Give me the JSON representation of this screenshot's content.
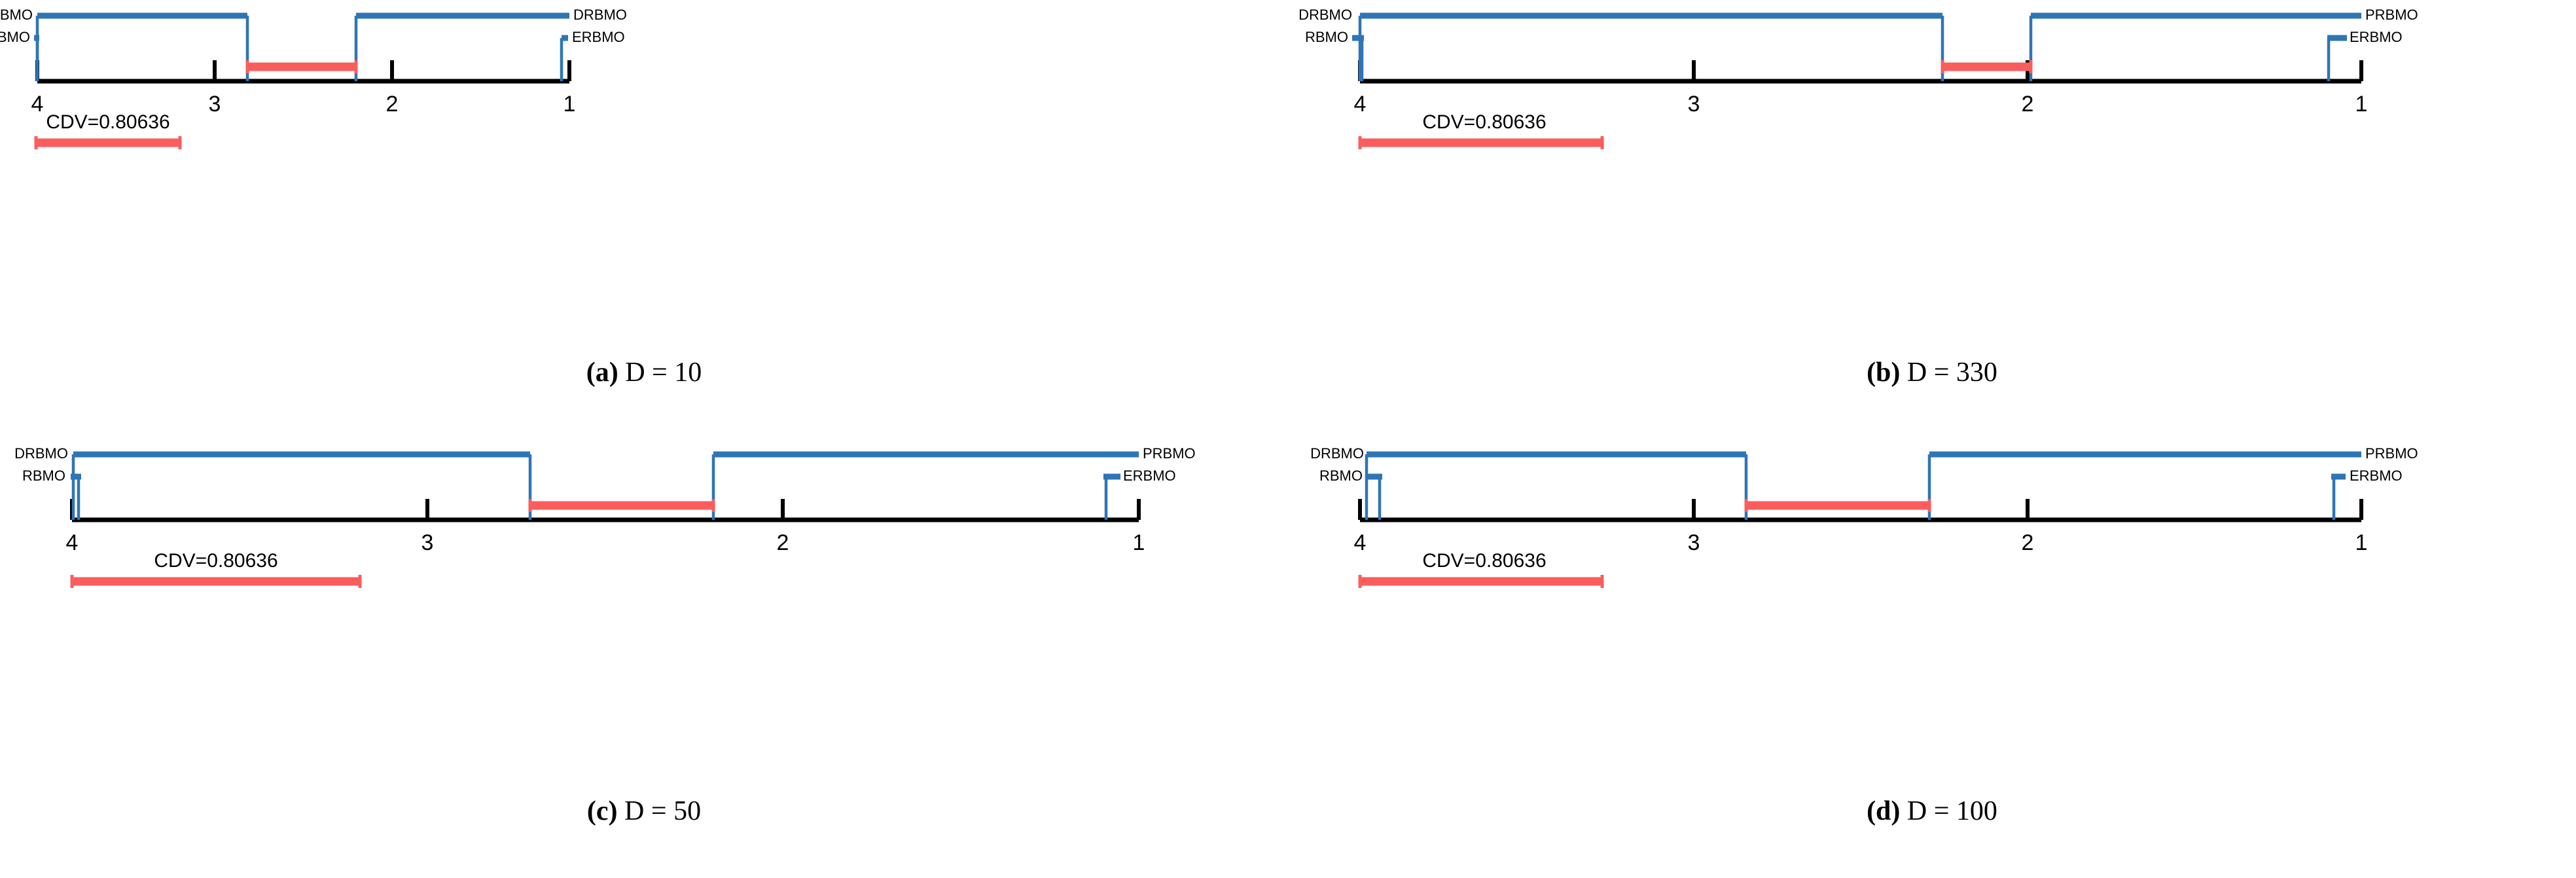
{
  "figure": {
    "type": "critical-difference-diagram-grid",
    "rows": 2,
    "cols": 2,
    "background": "#ffffff",
    "line_color": "#2e75b6",
    "cd_color": "#fb5d5d",
    "axis_color": "#000000"
  },
  "chart_data": [
    {
      "type": "line",
      "subtype": "critical-difference",
      "panel": "a",
      "title": "",
      "caption_prefix": "(a)",
      "caption_text": " D = 10",
      "xlabel": "",
      "ylabel": "",
      "axis_ticks": [
        "4",
        "3",
        "2",
        "1"
      ],
      "axis_tick_values": [
        4,
        3,
        2,
        1
      ],
      "xlim": [
        4,
        1
      ],
      "grid": false,
      "cdv_label": "CDV=0.80636",
      "cdv_value": 0.80636,
      "methods": [
        {
          "name": "PRBMO",
          "rank": 4.0,
          "side": "left",
          "level": 1
        },
        {
          "name": "RBMO",
          "rank": 3.97,
          "side": "left",
          "level": 2
        },
        {
          "name": "DRBMO",
          "rank": 1.07,
          "side": "right",
          "level": 1
        },
        {
          "name": "ERBMO",
          "rank": 1.03,
          "side": "right",
          "level": 2
        }
      ],
      "cd_bar": {
        "from": 2.81,
        "to": 2.12
      }
    },
    {
      "type": "line",
      "subtype": "critical-difference",
      "panel": "b",
      "title": "",
      "caption_prefix": "(b)",
      "caption_text": " D = 330",
      "xlabel": "",
      "ylabel": "",
      "axis_ticks": [
        "4",
        "3",
        "2",
        "1"
      ],
      "axis_tick_values": [
        4,
        3,
        2,
        1
      ],
      "xlim": [
        4,
        1
      ],
      "grid": false,
      "cdv_label": "CDV=0.80636",
      "cdv_value": 0.80636,
      "methods": [
        {
          "name": "DRBMO",
          "rank": 4.0,
          "side": "left",
          "level": 1
        },
        {
          "name": "RBMO",
          "rank": 3.97,
          "side": "left",
          "level": 2
        },
        {
          "name": "PRBMO",
          "rank": 1.02,
          "side": "right",
          "level": 1
        },
        {
          "name": "ERBMO",
          "rank": 1.09,
          "side": "right",
          "level": 2
        }
      ],
      "cd_bar": {
        "from": 2.58,
        "to": 2.35
      }
    },
    {
      "type": "line",
      "subtype": "critical-difference",
      "panel": "c",
      "title": "",
      "caption_prefix": "(c)",
      "caption_text": " D = 50",
      "xlabel": "",
      "ylabel": "",
      "axis_ticks": [
        "4",
        "3",
        "2",
        "1"
      ],
      "axis_tick_values": [
        4,
        3,
        2,
        1
      ],
      "xlim": [
        4,
        1
      ],
      "grid": false,
      "cdv_label": "CDV=0.80636",
      "cdv_value": 0.80636,
      "methods": [
        {
          "name": "DRBMO",
          "rank": 3.97,
          "side": "left",
          "level": 1
        },
        {
          "name": "RBMO",
          "rank": 3.96,
          "side": "left",
          "level": 2
        },
        {
          "name": "PRBMO",
          "rank": 1.02,
          "side": "right",
          "level": 1
        },
        {
          "name": "ERBMO",
          "rank": 1.09,
          "side": "right",
          "level": 2
        }
      ],
      "cd_bar": {
        "from": 2.75,
        "to": 2.13
      }
    },
    {
      "type": "line",
      "subtype": "critical-difference",
      "panel": "d",
      "title": "",
      "caption_prefix": "(d)",
      "caption_text": " D = 100",
      "xlabel": "",
      "ylabel": "",
      "axis_ticks": [
        "4",
        "3",
        "2",
        "1"
      ],
      "axis_tick_values": [
        4,
        3,
        2,
        1
      ],
      "xlim": [
        4,
        1
      ],
      "grid": false,
      "cdv_label": "CDV=0.80636",
      "cdv_value": 0.80636,
      "methods": [
        {
          "name": "DRBMO",
          "rank": 3.95,
          "side": "left",
          "level": 1
        },
        {
          "name": "RBMO",
          "rank": 3.94,
          "side": "left",
          "level": 2
        },
        {
          "name": "PRBMO",
          "rank": 1.01,
          "side": "right",
          "level": 1
        },
        {
          "name": "ERBMO",
          "rank": 1.06,
          "side": "right",
          "level": 2
        }
      ],
      "cd_bar": {
        "from": 2.88,
        "to": 2.09
      }
    }
  ],
  "panels": {
    "a": {
      "caption_prefix": "(a)",
      "caption_text": " D = 10",
      "cdv_label": "CDV=0.80636",
      "ticks": [
        "4",
        "3",
        "2",
        "1"
      ],
      "labels": {
        "top_left": "PRBMO",
        "bottom_left": "RBMO",
        "top_right": "DRBMO",
        "bottom_right": "ERBMO"
      }
    },
    "b": {
      "caption_prefix": "(b)",
      "caption_text": " D = 330",
      "cdv_label": "CDV=0.80636",
      "ticks": [
        "4",
        "3",
        "2",
        "1"
      ],
      "labels": {
        "top_left": "DRBMO",
        "bottom_left": "RBMO",
        "top_right": "PRBMO",
        "bottom_right": "ERBMO"
      }
    },
    "c": {
      "caption_prefix": "(c)",
      "caption_text": " D = 50",
      "cdv_label": "CDV=0.80636",
      "ticks": [
        "4",
        "3",
        "2",
        "1"
      ],
      "labels": {
        "top_left": "DRBMO",
        "bottom_left": "RBMO",
        "top_right": "PRBMO",
        "bottom_right": "ERBMO"
      }
    },
    "d": {
      "caption_prefix": "(d)",
      "caption_text": " D = 100",
      "cdv_label": "CDV=0.80636",
      "ticks": [
        "4",
        "3",
        "2",
        "1"
      ],
      "labels": {
        "top_left": "DRBMO",
        "bottom_left": "RBMO",
        "top_right": "PRBMO",
        "bottom_right": "ERBMO"
      }
    }
  }
}
